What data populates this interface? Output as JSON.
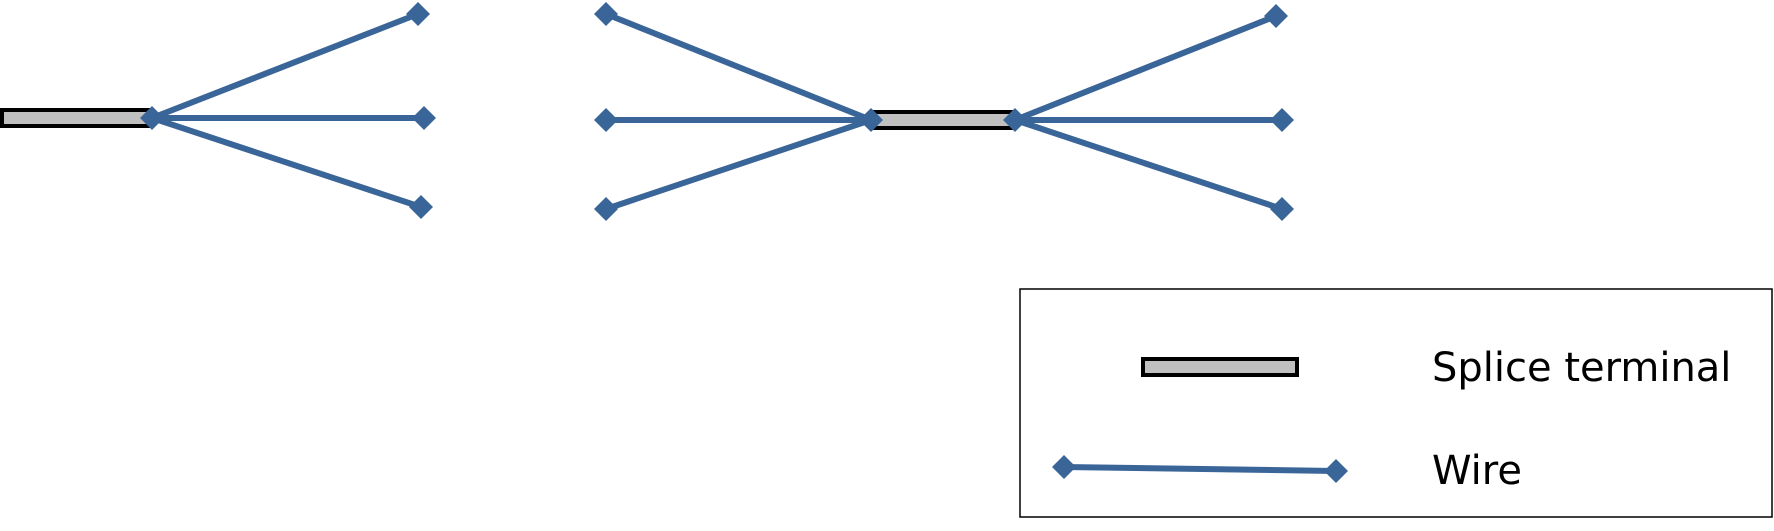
{
  "colors": {
    "wire": "#3a6598",
    "terminal_fill": "#c0c0c0",
    "terminal_border": "#000000",
    "legend_border": "#000000",
    "background": "#ffffff"
  },
  "diagram": {
    "description_tokens": [
      "splice-terminal",
      "wire"
    ],
    "left_splice": {
      "wire_count": 3
    },
    "center_splice": {
      "left_wire_count": 3,
      "right_wire_count": 3
    }
  },
  "legend": {
    "items": [
      {
        "key": "terminal",
        "label": "Splice terminal"
      },
      {
        "key": "wire",
        "label": "Wire"
      }
    ]
  }
}
